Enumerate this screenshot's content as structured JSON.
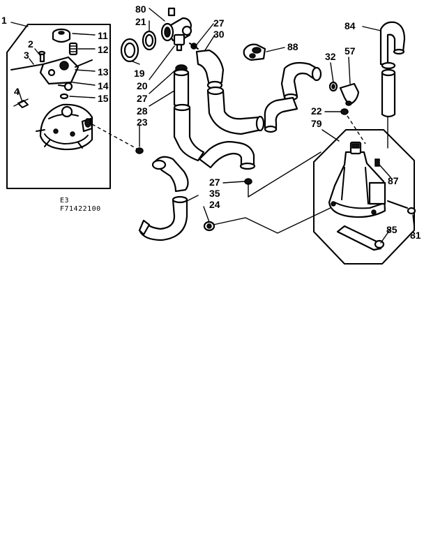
{
  "diagram": {
    "code_line_1": "E3",
    "code_line_2": "F71422100",
    "callouts": {
      "c1": "1",
      "c2": "2",
      "c3": "3",
      "c4": "4",
      "c11": "11",
      "c12": "12",
      "c13": "13",
      "c14": "14",
      "c15": "15",
      "c80": "80",
      "c21": "21",
      "c19": "19",
      "c20": "20",
      "c27a": "27",
      "c28": "28",
      "c23": "23",
      "c27b": "27",
      "c30": "30",
      "c27c": "27",
      "c35": "35",
      "c24": "24",
      "c88": "88",
      "c84": "84",
      "c32": "32",
      "c57": "57",
      "c22": "22",
      "c79": "79",
      "c87": "87",
      "c85": "85",
      "c81": "81"
    }
  }
}
